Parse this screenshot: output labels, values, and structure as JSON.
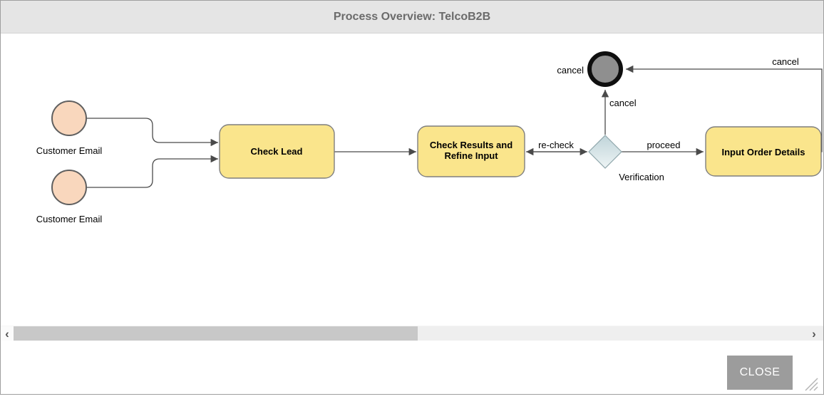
{
  "dialog": {
    "title": "Process Overview: TelcoB2B",
    "close_label": "CLOSE"
  },
  "diagram": {
    "start_event_1_label": "Customer Email",
    "start_event_2_label": "Customer Email",
    "task_check_lead_label": "Check Lead",
    "task_check_results_label_line1": "Check Results and",
    "task_check_results_label_line2": "Refine Input",
    "task_input_order_label": "Input Order Details",
    "gateway_label": "Verification",
    "end_event_label": "cancel",
    "flow_recheck_label": "re-check",
    "flow_proceed_label": "proceed",
    "flow_cancel_from_gateway_label": "cancel",
    "flow_cancel_from_input_label": "cancel"
  },
  "scrollbar": {
    "left_arrow": "‹",
    "right_arrow": "›"
  },
  "colors": {
    "task_fill": "#FAE58C",
    "task_border": "#7F7F7F",
    "start_event_fill": "#F9D7BD",
    "start_event_border": "#5F5F5F",
    "end_event_fill": "#8F8F8F",
    "end_event_ring": "#0F0F0F",
    "gateway_fill_top": "#BFD4D9",
    "gateway_fill_bottom": "#EEF4F5",
    "flow_line": "#4A4A4A",
    "header_bg": "#E5E5E5",
    "close_button_bg": "#9C9C9C"
  }
}
